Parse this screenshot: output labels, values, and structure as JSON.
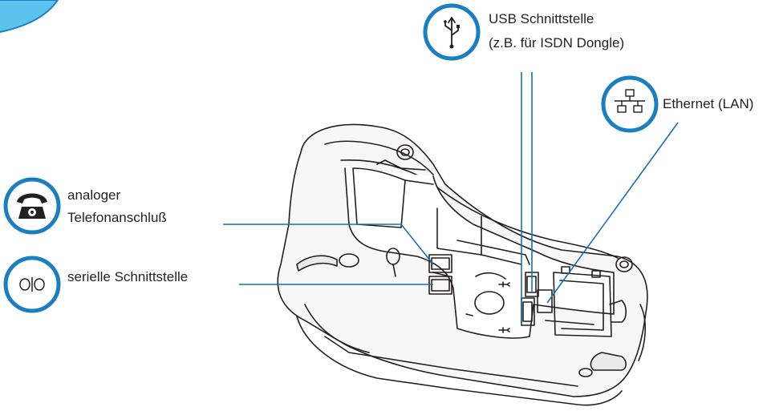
{
  "accent_color": "#1a7fc1",
  "line_color": "#1a6fb4",
  "labels": {
    "usb": {
      "line1": "USB Schnittstelle",
      "line2": "(z.B. für ISDN Dongle)",
      "icon": "usb-icon"
    },
    "ethernet": {
      "line1": "Ethernet (LAN)",
      "icon": "network-icon"
    },
    "phone": {
      "line1": "analoger",
      "line2": "Telefonanschluß",
      "icon": "telephone-icon"
    },
    "serial": {
      "line1": "serielle Schnittstelle",
      "icon": "serial-port-icon"
    }
  }
}
